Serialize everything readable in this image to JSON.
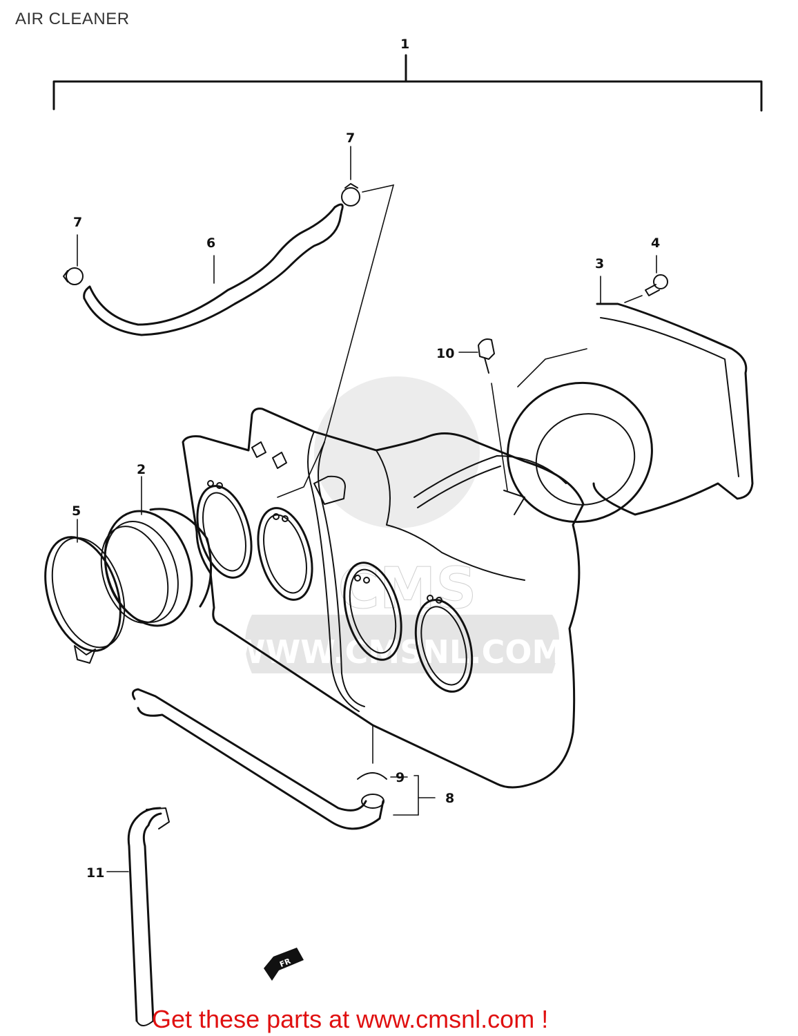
{
  "title": "AIR CLEANER",
  "callouts": {
    "assembly": "1",
    "intake_pipe": "2",
    "element": "3",
    "screw": "4",
    "clamp_front": "5",
    "breather_hose": "6",
    "clip_left": "7",
    "clip_top": "7",
    "drain_hose": "8",
    "drain_clip": "9",
    "bolt": "10",
    "drain_tube": "11"
  },
  "watermark": {
    "brand": "CMS",
    "url": "WWW.CMSNL.COM"
  },
  "fr_marker": "FR",
  "footer": {
    "link_text": "Get these parts at www.cmsnl.com !",
    "color": "#e01010"
  }
}
